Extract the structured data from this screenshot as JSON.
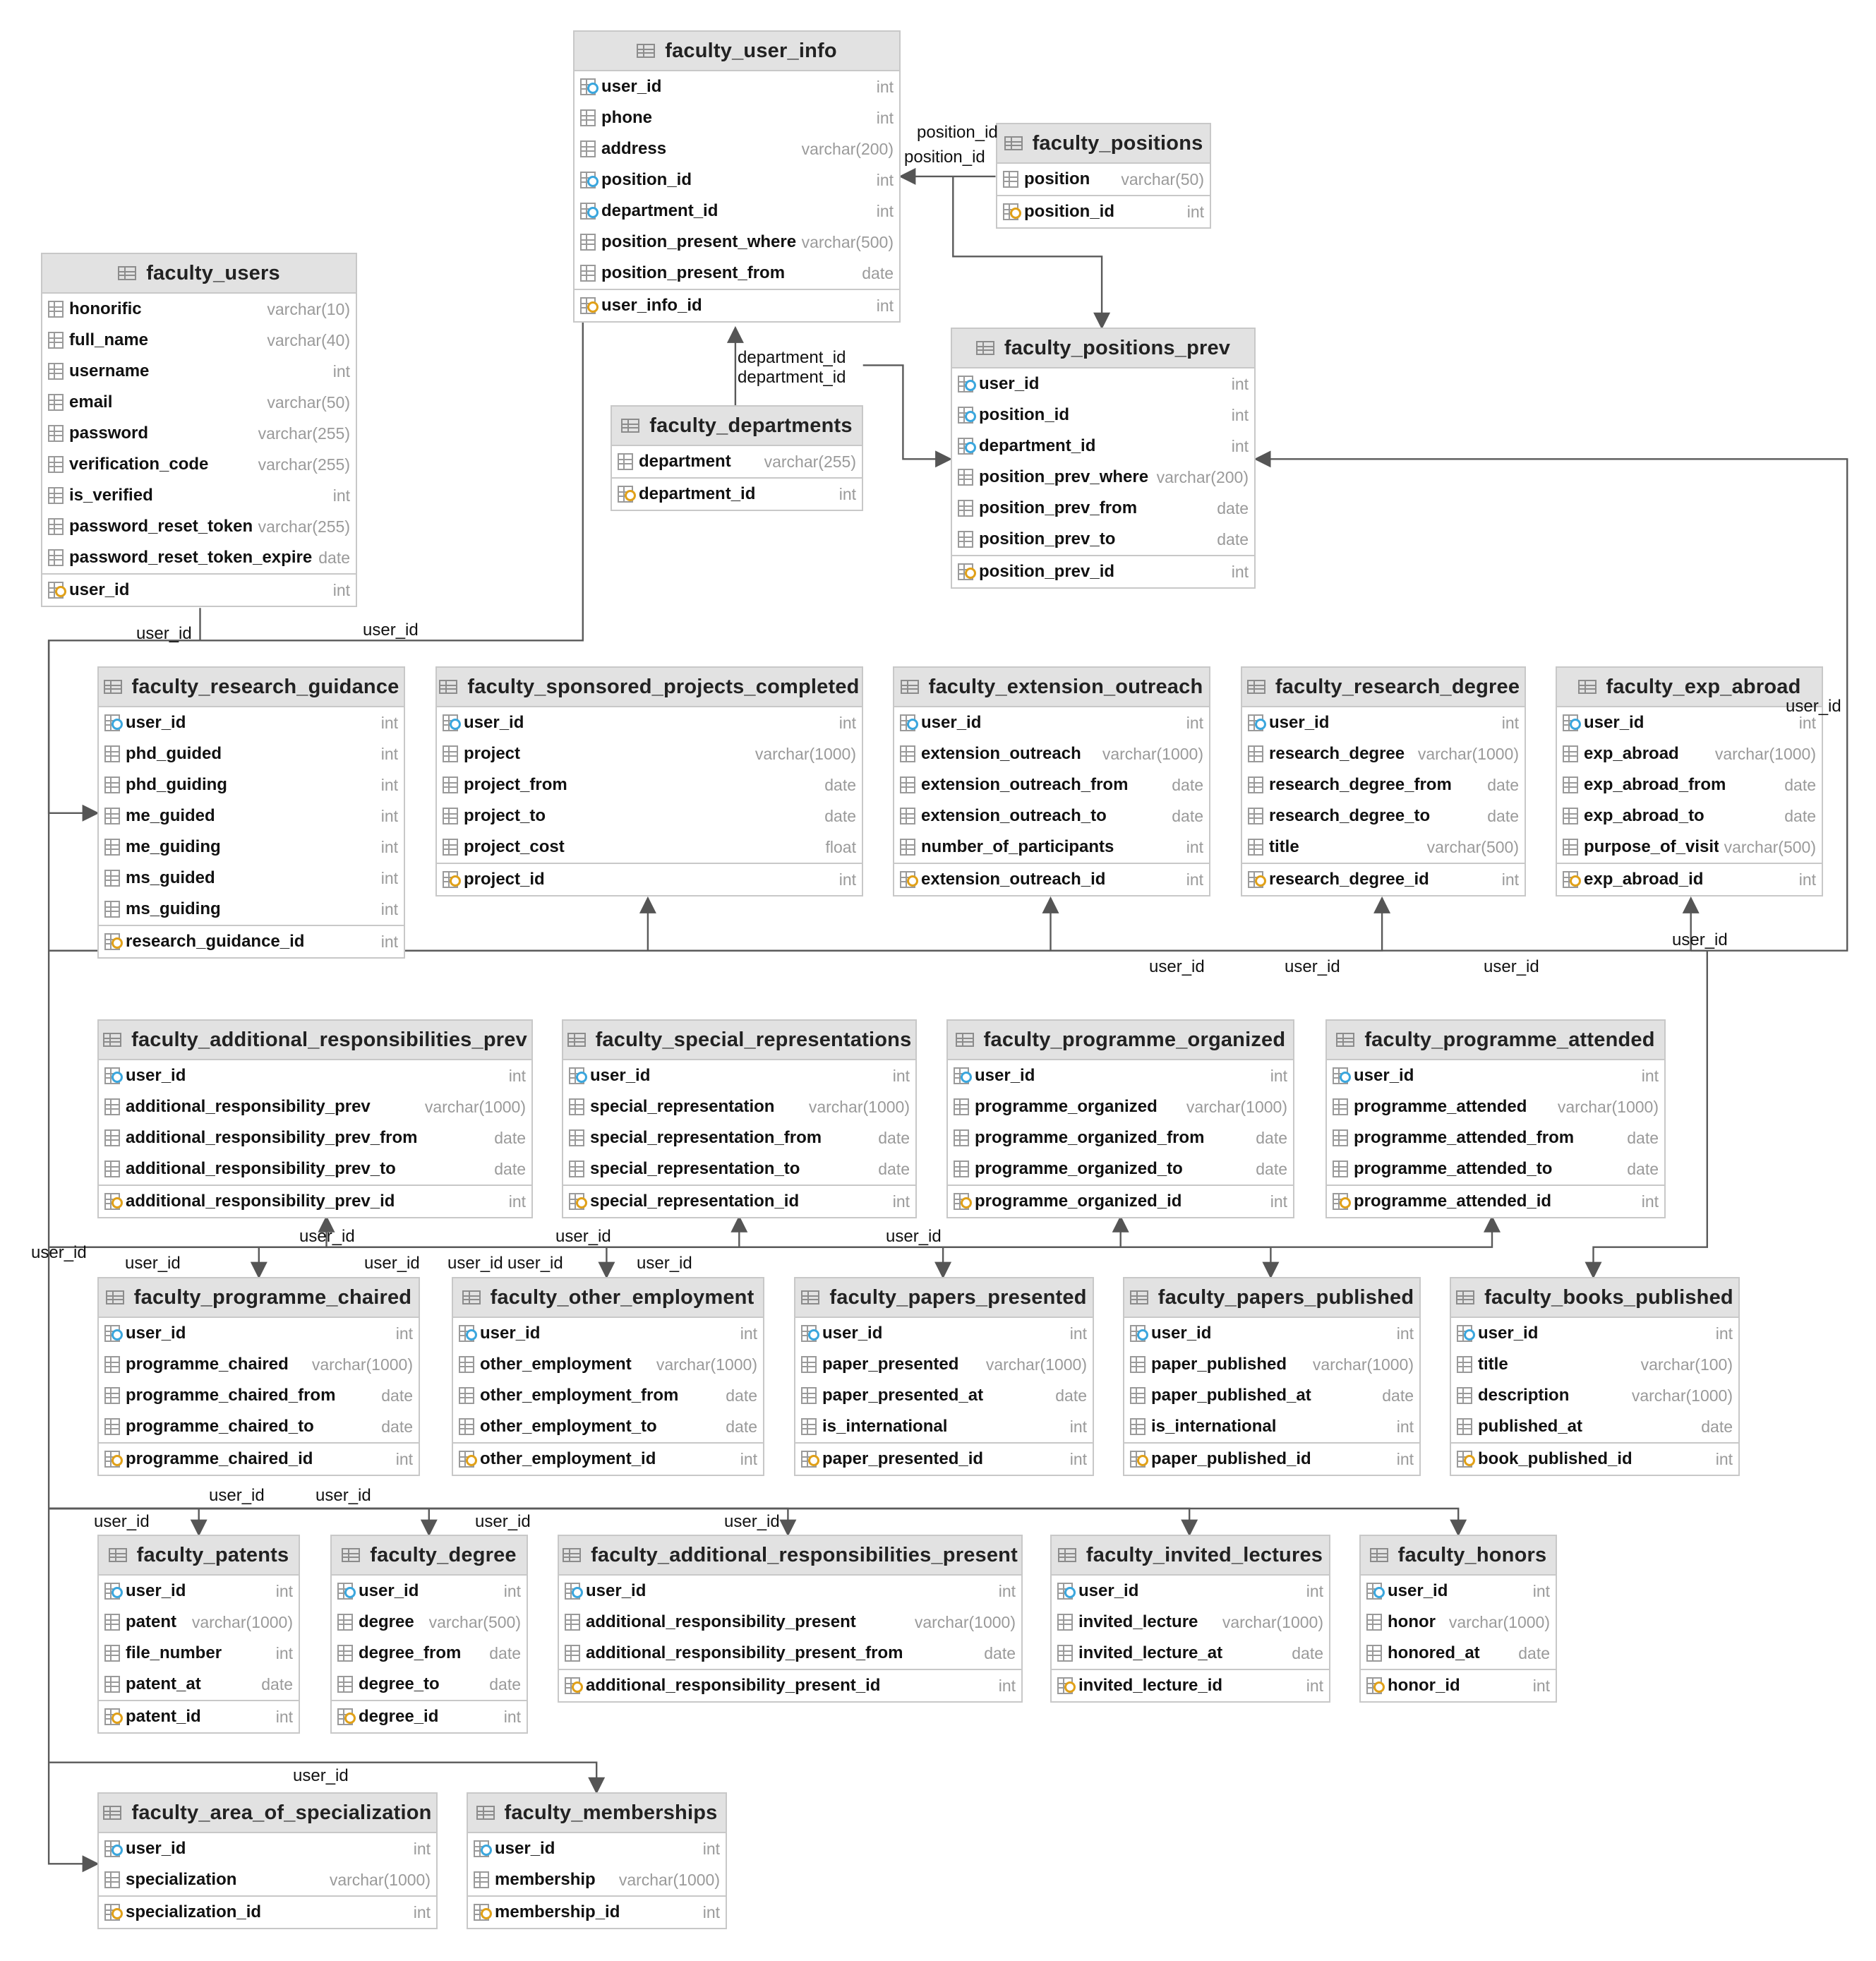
{
  "tables": [
    {
      "name": "faculty_user_info",
      "columns": [
        {
          "n": "user_id",
          "t": "int",
          "k": "fk"
        },
        {
          "n": "phone",
          "t": "int",
          "k": ""
        },
        {
          "n": "address",
          "t": "varchar(200)",
          "k": ""
        },
        {
          "n": "position_id",
          "t": "int",
          "k": "fk"
        },
        {
          "n": "department_id",
          "t": "int",
          "k": "fk"
        },
        {
          "n": "position_present_where",
          "t": "varchar(500)",
          "k": ""
        },
        {
          "n": "position_present_from",
          "t": "date",
          "k": ""
        },
        {
          "n": "user_info_id",
          "t": "int",
          "k": "pk"
        }
      ]
    },
    {
      "name": "faculty_positions",
      "columns": [
        {
          "n": "position",
          "t": "varchar(50)",
          "k": ""
        },
        {
          "n": "position_id",
          "t": "int",
          "k": "pk"
        }
      ]
    },
    {
      "name": "faculty_users",
      "columns": [
        {
          "n": "honorific",
          "t": "varchar(10)",
          "k": ""
        },
        {
          "n": "full_name",
          "t": "varchar(40)",
          "k": ""
        },
        {
          "n": "username",
          "t": "int",
          "k": ""
        },
        {
          "n": "email",
          "t": "varchar(50)",
          "k": ""
        },
        {
          "n": "password",
          "t": "varchar(255)",
          "k": ""
        },
        {
          "n": "verification_code",
          "t": "varchar(255)",
          "k": ""
        },
        {
          "n": "is_verified",
          "t": "int",
          "k": ""
        },
        {
          "n": "password_reset_token",
          "t": "varchar(255)",
          "k": ""
        },
        {
          "n": "password_reset_token_expire",
          "t": "date",
          "k": ""
        },
        {
          "n": "user_id",
          "t": "int",
          "k": "pk"
        }
      ]
    },
    {
      "name": "faculty_positions_prev",
      "columns": [
        {
          "n": "user_id",
          "t": "int",
          "k": "fk"
        },
        {
          "n": "position_id",
          "t": "int",
          "k": "fk"
        },
        {
          "n": "department_id",
          "t": "int",
          "k": "fk"
        },
        {
          "n": "position_prev_where",
          "t": "varchar(200)",
          "k": ""
        },
        {
          "n": "position_prev_from",
          "t": "date",
          "k": ""
        },
        {
          "n": "position_prev_to",
          "t": "date",
          "k": ""
        },
        {
          "n": "position_prev_id",
          "t": "int",
          "k": "pk"
        }
      ]
    },
    {
      "name": "faculty_departments",
      "columns": [
        {
          "n": "department",
          "t": "varchar(255)",
          "k": ""
        },
        {
          "n": "department_id",
          "t": "int",
          "k": "pk"
        }
      ]
    },
    {
      "name": "faculty_research_guidance",
      "columns": [
        {
          "n": "user_id",
          "t": "int",
          "k": "fk"
        },
        {
          "n": "phd_guided",
          "t": "int",
          "k": ""
        },
        {
          "n": "phd_guiding",
          "t": "int",
          "k": ""
        },
        {
          "n": "me_guided",
          "t": "int",
          "k": ""
        },
        {
          "n": "me_guiding",
          "t": "int",
          "k": ""
        },
        {
          "n": "ms_guided",
          "t": "int",
          "k": ""
        },
        {
          "n": "ms_guiding",
          "t": "int",
          "k": ""
        },
        {
          "n": "research_guidance_id",
          "t": "int",
          "k": "pk"
        }
      ]
    },
    {
      "name": "faculty_sponsored_projects_completed",
      "columns": [
        {
          "n": "user_id",
          "t": "int",
          "k": "fk"
        },
        {
          "n": "project",
          "t": "varchar(1000)",
          "k": ""
        },
        {
          "n": "project_from",
          "t": "date",
          "k": ""
        },
        {
          "n": "project_to",
          "t": "date",
          "k": ""
        },
        {
          "n": "project_cost",
          "t": "float",
          "k": ""
        },
        {
          "n": "project_id",
          "t": "int",
          "k": "pk"
        }
      ]
    },
    {
      "name": "faculty_extension_outreach",
      "columns": [
        {
          "n": "user_id",
          "t": "int",
          "k": "fk"
        },
        {
          "n": "extension_outreach",
          "t": "varchar(1000)",
          "k": ""
        },
        {
          "n": "extension_outreach_from",
          "t": "date",
          "k": ""
        },
        {
          "n": "extension_outreach_to",
          "t": "date",
          "k": ""
        },
        {
          "n": "number_of_participants",
          "t": "int",
          "k": ""
        },
        {
          "n": "extension_outreach_id",
          "t": "int",
          "k": "pk"
        }
      ]
    },
    {
      "name": "faculty_research_degree",
      "columns": [
        {
          "n": "user_id",
          "t": "int",
          "k": "fk"
        },
        {
          "n": "research_degree",
          "t": "varchar(1000)",
          "k": ""
        },
        {
          "n": "research_degree_from",
          "t": "date",
          "k": ""
        },
        {
          "n": "research_degree_to",
          "t": "date",
          "k": ""
        },
        {
          "n": "title",
          "t": "varchar(500)",
          "k": ""
        },
        {
          "n": "research_degree_id",
          "t": "int",
          "k": "pk"
        }
      ]
    },
    {
      "name": "faculty_exp_abroad",
      "columns": [
        {
          "n": "user_id",
          "t": "int",
          "k": "fk"
        },
        {
          "n": "exp_abroad",
          "t": "varchar(1000)",
          "k": ""
        },
        {
          "n": "exp_abroad_from",
          "t": "date",
          "k": ""
        },
        {
          "n": "exp_abroad_to",
          "t": "date",
          "k": ""
        },
        {
          "n": "purpose_of_visit",
          "t": "varchar(500)",
          "k": ""
        },
        {
          "n": "exp_abroad_id",
          "t": "int",
          "k": "pk"
        }
      ]
    },
    {
      "name": "faculty_additional_responsibilities_prev",
      "columns": [
        {
          "n": "user_id",
          "t": "int",
          "k": "fk"
        },
        {
          "n": "additional_responsibility_prev",
          "t": "varchar(1000)",
          "k": ""
        },
        {
          "n": "additional_responsibility_prev_from",
          "t": "date",
          "k": ""
        },
        {
          "n": "additional_responsibility_prev_to",
          "t": "date",
          "k": ""
        },
        {
          "n": "additional_responsibility_prev_id",
          "t": "int",
          "k": "pk"
        }
      ]
    },
    {
      "name": "faculty_special_representations",
      "columns": [
        {
          "n": "user_id",
          "t": "int",
          "k": "fk"
        },
        {
          "n": "special_representation",
          "t": "varchar(1000)",
          "k": ""
        },
        {
          "n": "special_representation_from",
          "t": "date",
          "k": ""
        },
        {
          "n": "special_representation_to",
          "t": "date",
          "k": ""
        },
        {
          "n": "special_representation_id",
          "t": "int",
          "k": "pk"
        }
      ]
    },
    {
      "name": "faculty_programme_organized",
      "columns": [
        {
          "n": "user_id",
          "t": "int",
          "k": "fk"
        },
        {
          "n": "programme_organized",
          "t": "varchar(1000)",
          "k": ""
        },
        {
          "n": "programme_organized_from",
          "t": "date",
          "k": ""
        },
        {
          "n": "programme_organized_to",
          "t": "date",
          "k": ""
        },
        {
          "n": "programme_organized_id",
          "t": "int",
          "k": "pk"
        }
      ]
    },
    {
      "name": "faculty_programme_attended",
      "columns": [
        {
          "n": "user_id",
          "t": "int",
          "k": "fk"
        },
        {
          "n": "programme_attended",
          "t": "varchar(1000)",
          "k": ""
        },
        {
          "n": "programme_attended_from",
          "t": "date",
          "k": ""
        },
        {
          "n": "programme_attended_to",
          "t": "date",
          "k": ""
        },
        {
          "n": "programme_attended_id",
          "t": "int",
          "k": "pk"
        }
      ]
    },
    {
      "name": "faculty_programme_chaired",
      "columns": [
        {
          "n": "user_id",
          "t": "int",
          "k": "fk"
        },
        {
          "n": "programme_chaired",
          "t": "varchar(1000)",
          "k": ""
        },
        {
          "n": "programme_chaired_from",
          "t": "date",
          "k": ""
        },
        {
          "n": "programme_chaired_to",
          "t": "date",
          "k": ""
        },
        {
          "n": "programme_chaired_id",
          "t": "int",
          "k": "pk"
        }
      ]
    },
    {
      "name": "faculty_other_employment",
      "columns": [
        {
          "n": "user_id",
          "t": "int",
          "k": "fk"
        },
        {
          "n": "other_employment",
          "t": "varchar(1000)",
          "k": ""
        },
        {
          "n": "other_employment_from",
          "t": "date",
          "k": ""
        },
        {
          "n": "other_employment_to",
          "t": "date",
          "k": ""
        },
        {
          "n": "other_employment_id",
          "t": "int",
          "k": "pk"
        }
      ]
    },
    {
      "name": "faculty_papers_presented",
      "columns": [
        {
          "n": "user_id",
          "t": "int",
          "k": "fk"
        },
        {
          "n": "paper_presented",
          "t": "varchar(1000)",
          "k": ""
        },
        {
          "n": "paper_presented_at",
          "t": "date",
          "k": ""
        },
        {
          "n": "is_international",
          "t": "int",
          "k": ""
        },
        {
          "n": "paper_presented_id",
          "t": "int",
          "k": "pk"
        }
      ]
    },
    {
      "name": "faculty_papers_published",
      "columns": [
        {
          "n": "user_id",
          "t": "int",
          "k": "fk"
        },
        {
          "n": "paper_published",
          "t": "varchar(1000)",
          "k": ""
        },
        {
          "n": "paper_published_at",
          "t": "date",
          "k": ""
        },
        {
          "n": "is_international",
          "t": "int",
          "k": ""
        },
        {
          "n": "paper_published_id",
          "t": "int",
          "k": "pk"
        }
      ]
    },
    {
      "name": "faculty_books_published",
      "columns": [
        {
          "n": "user_id",
          "t": "int",
          "k": "fk"
        },
        {
          "n": "title",
          "t": "varchar(100)",
          "k": ""
        },
        {
          "n": "description",
          "t": "varchar(1000)",
          "k": ""
        },
        {
          "n": "published_at",
          "t": "date",
          "k": ""
        },
        {
          "n": "book_published_id",
          "t": "int",
          "k": "pk"
        }
      ]
    },
    {
      "name": "faculty_patents",
      "columns": [
        {
          "n": "user_id",
          "t": "int",
          "k": "fk"
        },
        {
          "n": "patent",
          "t": "varchar(1000)",
          "k": ""
        },
        {
          "n": "file_number",
          "t": "int",
          "k": ""
        },
        {
          "n": "patent_at",
          "t": "date",
          "k": ""
        },
        {
          "n": "patent_id",
          "t": "int",
          "k": "pk"
        }
      ]
    },
    {
      "name": "faculty_degree",
      "columns": [
        {
          "n": "user_id",
          "t": "int",
          "k": "fk"
        },
        {
          "n": "degree",
          "t": "varchar(500)",
          "k": ""
        },
        {
          "n": "degree_from",
          "t": "date",
          "k": ""
        },
        {
          "n": "degree_to",
          "t": "date",
          "k": ""
        },
        {
          "n": "degree_id",
          "t": "int",
          "k": "pk"
        }
      ]
    },
    {
      "name": "faculty_additional_responsibilities_present",
      "columns": [
        {
          "n": "user_id",
          "t": "int",
          "k": "fk"
        },
        {
          "n": "additional_responsibility_present",
          "t": "varchar(1000)",
          "k": ""
        },
        {
          "n": "additional_responsibility_present_from",
          "t": "date",
          "k": ""
        },
        {
          "n": "additional_responsibility_present_id",
          "t": "int",
          "k": "pk"
        }
      ]
    },
    {
      "name": "faculty_invited_lectures",
      "columns": [
        {
          "n": "user_id",
          "t": "int",
          "k": "fk"
        },
        {
          "n": "invited_lecture",
          "t": "varchar(1000)",
          "k": ""
        },
        {
          "n": "invited_lecture_at",
          "t": "date",
          "k": ""
        },
        {
          "n": "invited_lecture_id",
          "t": "int",
          "k": "pk"
        }
      ]
    },
    {
      "name": "faculty_honors",
      "columns": [
        {
          "n": "user_id",
          "t": "int",
          "k": "fk"
        },
        {
          "n": "honor",
          "t": "varchar(1000)",
          "k": ""
        },
        {
          "n": "honored_at",
          "t": "date",
          "k": ""
        },
        {
          "n": "honor_id",
          "t": "int",
          "k": "pk"
        }
      ]
    },
    {
      "name": "faculty_area_of_specialization",
      "columns": [
        {
          "n": "user_id",
          "t": "int",
          "k": "fk"
        },
        {
          "n": "specialization",
          "t": "varchar(1000)",
          "k": ""
        },
        {
          "n": "specialization_id",
          "t": "int",
          "k": "pk"
        }
      ]
    },
    {
      "name": "faculty_memberships",
      "columns": [
        {
          "n": "user_id",
          "t": "int",
          "k": "fk"
        },
        {
          "n": "membership",
          "t": "varchar(1000)",
          "k": ""
        },
        {
          "n": "membership_id",
          "t": "int",
          "k": "pk"
        }
      ]
    }
  ],
  "relation_labels": {
    "position_id": "position_id",
    "department_id": "department_id",
    "user_id": "user_id"
  }
}
